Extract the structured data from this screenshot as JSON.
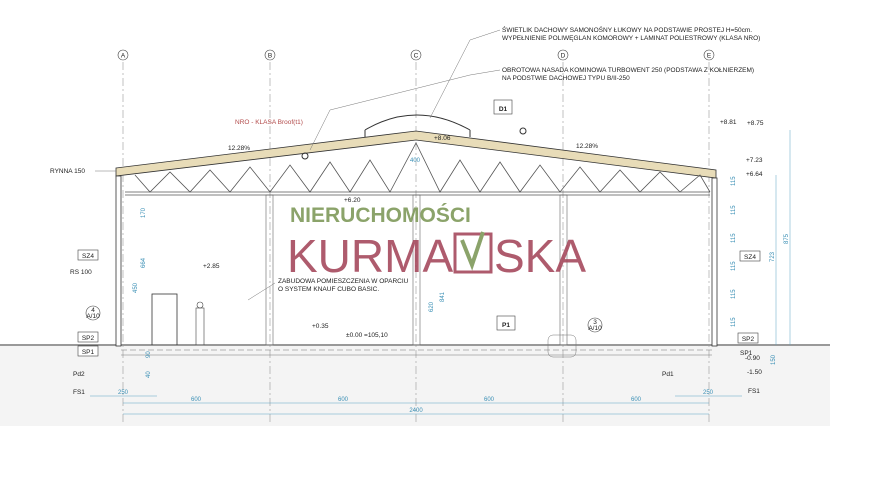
{
  "notes": {
    "skylight_line1": "ŚWIETLIK DACHOWY SAMONOŚNY ŁUKOWY NA PODSTAWIE PROSTEJ H=50cm.",
    "skylight_line2": "WYPEŁNIENIE POLIWĘGLAN KOMOROWY + LAMINAT POLIESTROWY (KLASA NRO)",
    "vent_line1": "OBROTOWA NASADA KOMINOWA TURBOWENT 250 (PODSTAWA Z KOŁNIERZEM)",
    "vent_line2": "NA PODSTWIE DACHOWEJ TYPU B/II-250",
    "roof_class": "NRO - KLASA Broof(t1)",
    "knauf_line1": "ZABUDOWA POMIESZCZENIA W OPARCIU",
    "knauf_line2": "O SYSTEM KNAUF CUBO BASIC."
  },
  "axes": [
    "A",
    "B",
    "C",
    "D",
    "E"
  ],
  "tags": {
    "d1": "D1",
    "p1": "P1",
    "rynna": "RYNNA 150",
    "sz4": "SZ4",
    "rs100": "RS 100",
    "sp2": "SP2",
    "sp1": "SP1",
    "pd2": "Pd2",
    "pd1": "Pd1",
    "fs1": "FS1"
  },
  "details": [
    {
      "num": "4",
      "sheet": "A/10"
    },
    {
      "num": "3",
      "sheet": "A/10"
    }
  ],
  "levels": {
    "l881": "+8.81",
    "l875": "+8.75",
    "l806": "+8.06",
    "l723": "+7.23",
    "l664": "+6.64",
    "l620": "+6.20",
    "l285": "+2.85",
    "l035": "+0.35",
    "l000": "±0.00 =105,10",
    "lm090": "-0.90",
    "lm150": "-1.50"
  },
  "slopes": {
    "left": "12.28%",
    "right": "12.28%"
  },
  "dimensions": {
    "bottom_segments": [
      "250",
      "600",
      "600",
      "600",
      "600",
      "250"
    ],
    "total": "2400",
    "left_vertical": [
      "170",
      "664",
      "450"
    ],
    "center_vertical": [
      "400",
      "841",
      "620"
    ],
    "right_vertical": [
      "115",
      "115",
      "115",
      "115",
      "115",
      "115"
    ],
    "right_heights": [
      "723",
      "875",
      "150"
    ],
    "footing": [
      "90",
      "40"
    ]
  },
  "watermark": {
    "line1": "NIERUCHOMOŚCI",
    "line2a": "KURMA",
    "line2b": "SKA",
    "green": "#7f9a5a",
    "maroon": "#a64a5e"
  }
}
